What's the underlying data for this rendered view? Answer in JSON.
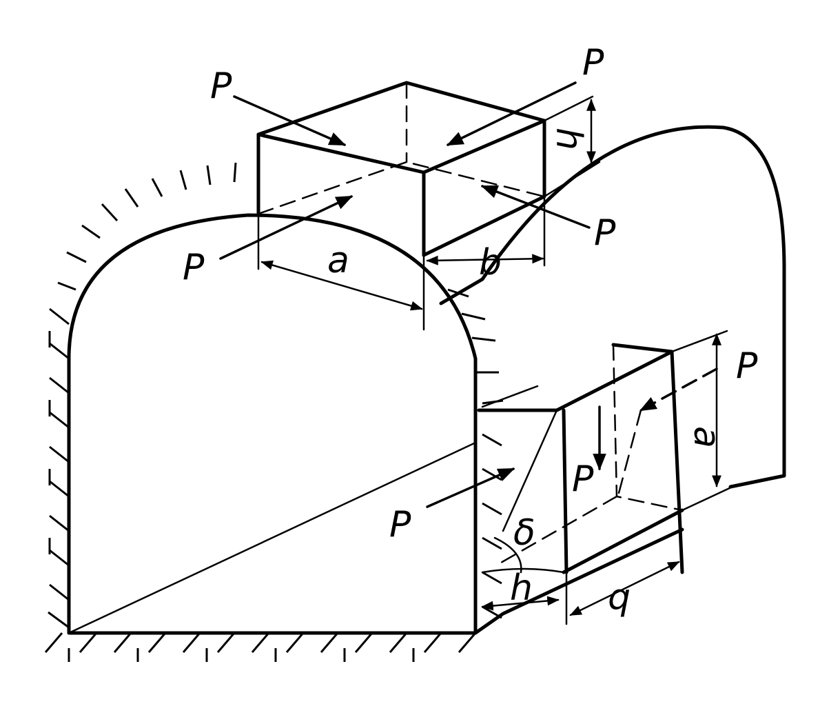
{
  "labels": {
    "force": "P",
    "width": "a",
    "depth": "b",
    "height": "h",
    "angle": "δ"
  },
  "colors": {
    "ink": "#000000",
    "background": "#ffffff"
  }
}
